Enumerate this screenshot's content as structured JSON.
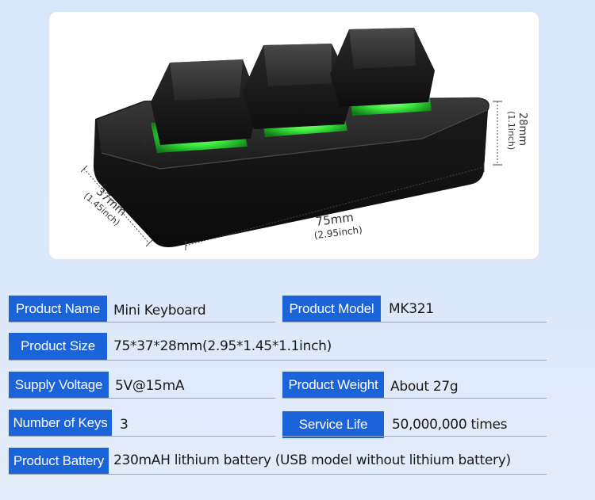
{
  "dimensions": {
    "length_mm": "75mm",
    "length_inch": "(2.95inch)",
    "width_mm": "37mm",
    "width_inch": "(1.45inch)",
    "height_mm": "28mm",
    "height_inch": "(1.1inch)"
  },
  "specs": {
    "product_name_label": "Product Name",
    "product_name_value": "Mini Keyboard",
    "product_model_label": "Product Model",
    "product_model_value": "MK321",
    "product_size_label": "Product Size",
    "product_size_value": "75*37*28mm(2.95*1.45*1.1inch)",
    "supply_voltage_label": "Supply Voltage",
    "supply_voltage_value": "5V@15mA",
    "product_weight_label": "Product Weight",
    "product_weight_value": "About 27g",
    "number_of_keys_label": "Number of Keys",
    "number_of_keys_value": "3",
    "service_life_label": "Service Life",
    "service_life_value": "50,000,000 times",
    "product_battery_label": "Product Battery",
    "product_battery_value": "230mAH lithium battery (USB model without lithium battery)"
  },
  "colors": {
    "label_bg": "#1a63d8",
    "backlight": "#39e83e"
  }
}
